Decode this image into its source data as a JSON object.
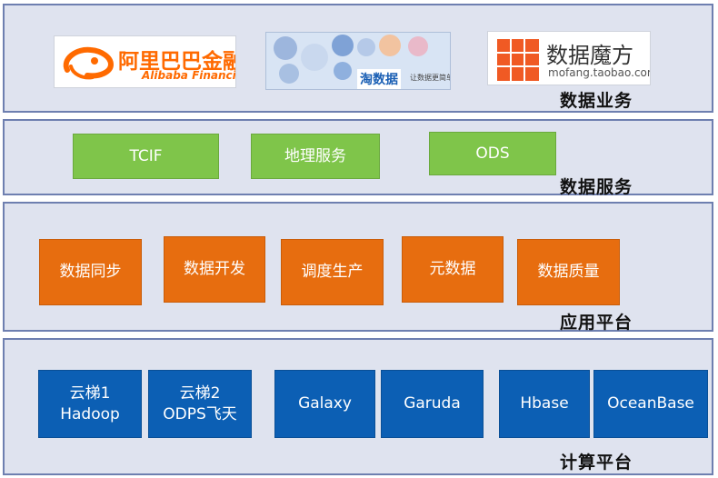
{
  "layers": [
    {
      "id": "data-business",
      "title": "数据业务"
    },
    {
      "id": "data-service",
      "title": "数据服务"
    },
    {
      "id": "app-platform",
      "title": "应用平台"
    },
    {
      "id": "compute-platform",
      "title": "计算平台"
    }
  ],
  "logos": {
    "alibaba": {
      "cn": "阿里巴巴金融",
      "en": "Alibaba Financial"
    },
    "taoshuju": {
      "cn": "淘数据",
      "slogan": "让数据更简单"
    },
    "mofang": {
      "cn": "数据魔方",
      "url": "mofang.taobao.com"
    }
  },
  "services": [
    "TCIF",
    "地理服务",
    "ODS"
  ],
  "app_modules": [
    "数据同步",
    "数据开发",
    "调度生产",
    "元数据",
    "数据质量"
  ],
  "compute": [
    {
      "line1": "云梯1",
      "line2": "Hadoop"
    },
    {
      "line1": "云梯2",
      "line2": "ODPS飞天"
    },
    {
      "line1": "Galaxy"
    },
    {
      "line1": "Garuda"
    },
    {
      "line1": "Hbase"
    },
    {
      "line1": "OceanBase"
    }
  ],
  "colors": {
    "layer_bg": "#dfe3ef",
    "layer_border": "#6e7fb0",
    "service_green": "#7fc54a",
    "app_orange": "#e76d0f",
    "compute_blue": "#0c5fb4"
  }
}
